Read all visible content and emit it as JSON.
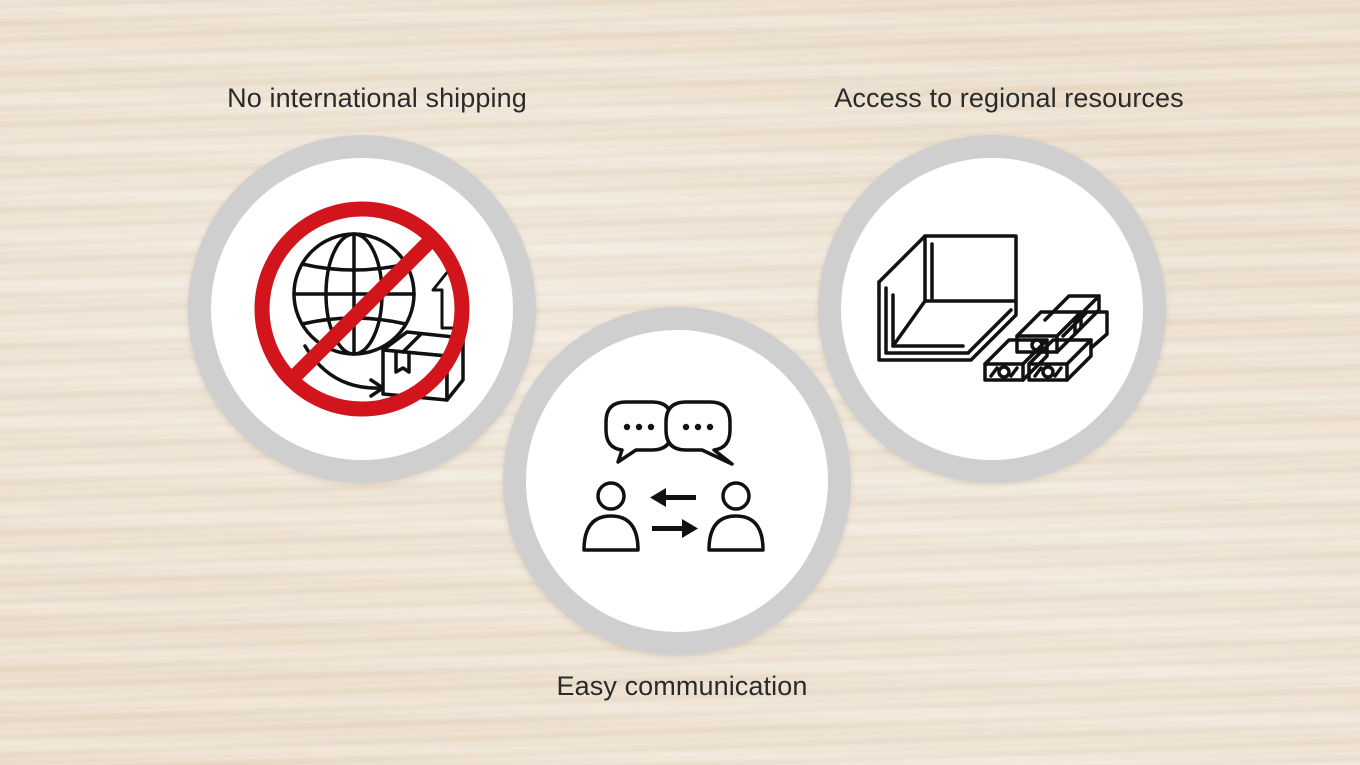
{
  "features": [
    {
      "id": "shipping",
      "label": "No international shipping",
      "icon": "no-international-shipping-icon"
    },
    {
      "id": "resources",
      "label": "Access to regional resources",
      "icon": "timber-resources-icon"
    },
    {
      "id": "communication",
      "label": "Easy communication",
      "icon": "communication-icon"
    }
  ],
  "colors": {
    "badge_ring": "#cfcfcf",
    "badge_fill": "#ffffff",
    "prohibition_red": "#d2141c",
    "icon_stroke": "#111111",
    "label_text": "#2a2a2a"
  }
}
